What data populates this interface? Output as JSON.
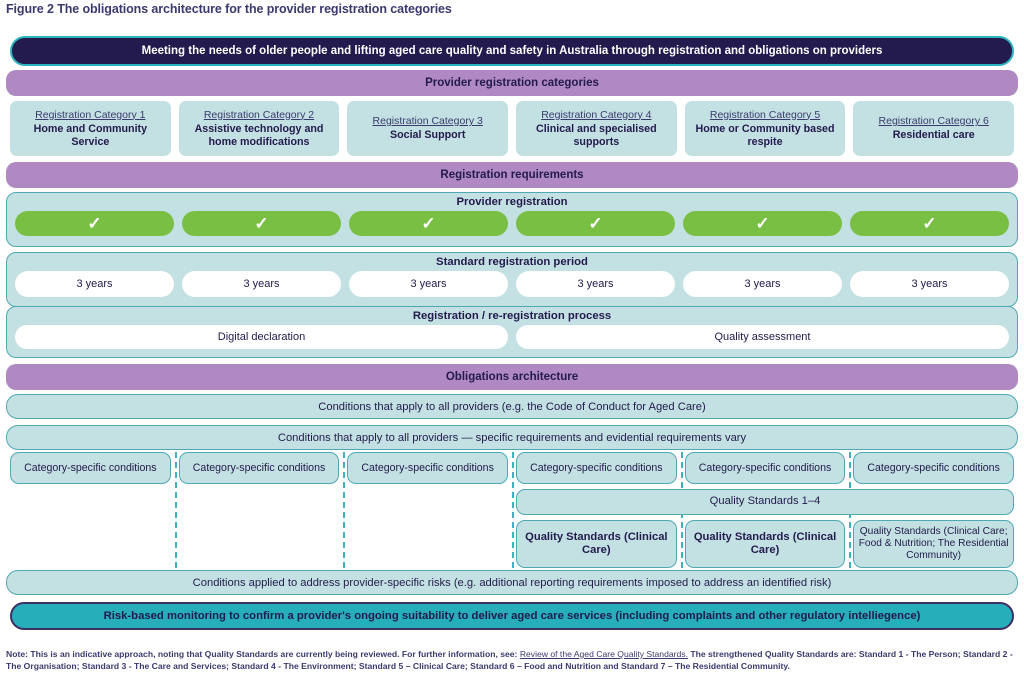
{
  "figure": {
    "title": "Figure 2 The obligations architecture for the provider registration categories"
  },
  "header": {
    "banner": "Meeting the needs of older people and lifting aged care quality and safety in Australia through registration and obligations on providers"
  },
  "bands": {
    "provider_registration_categories": "Provider registration categories",
    "registration_requirements": "Registration requirements",
    "obligations_architecture": "Obligations architecture"
  },
  "categories": [
    {
      "link": "Registration Category 1",
      "name": "Home and Community Service"
    },
    {
      "link": "Registration Category 2",
      "name": "Assistive technology and home modifications"
    },
    {
      "link": "Registration Category 3",
      "name": "Social Support"
    },
    {
      "link": "Registration Category 4",
      "name": "Clinical and specialised supports"
    },
    {
      "link": "Registration Category 5",
      "name": "Home or Community based respite"
    },
    {
      "link": "Registration Category 6",
      "name": "Residential care"
    }
  ],
  "provider_registration": {
    "title": "Provider registration",
    "check": "✓",
    "cells": [
      "✓",
      "✓",
      "✓",
      "✓",
      "✓",
      "✓"
    ]
  },
  "standard_period": {
    "title": "Standard registration period",
    "cells": [
      "3 years",
      "3 years",
      "3 years",
      "3 years",
      "3 years",
      "3 years"
    ]
  },
  "registration_process": {
    "title": "Registration / re-registration process",
    "cells": [
      "Digital declaration",
      "Quality assessment"
    ]
  },
  "obligations": {
    "all_providers_code": "Conditions that apply to all providers (e.g. the Code of Conduct for Aged Care)",
    "all_providers_vary": "Conditions that apply to all providers — specific requirements and evidential requirements vary",
    "provider_specific_risks": "Conditions applied to address provider-specific risks (e.g. additional reporting requirements imposed to address an identified risk)"
  },
  "matrix": {
    "category_conditions": [
      "Category-specific conditions",
      "Category-specific conditions",
      "Category-specific conditions",
      "Category-specific conditions",
      "Category-specific conditions",
      "Category-specific conditions"
    ],
    "quality_standards_1_4": "Quality Standards 1–4",
    "quality_standards_clinical_4": "Quality Standards (Clinical Care)",
    "quality_standards_clinical_5": "Quality Standards (Clinical Care)",
    "quality_standards_residential_6": "Quality Standards (Clinical Care; Food & Nutrition; The Residential Community)"
  },
  "risk_bar": {
    "text": "Risk-based monitoring to confirm a provider's ongoing suitability to deliver aged care services (including complaints and other regulatory intelliegence)"
  },
  "note": {
    "lead": "Note: This is an indicative approach, noting that Quality Standards are currently being reviewed. For further information, see:",
    "link": "Review of the Aged Care Quality Standards.",
    "tail": "The strengthened Quality Standards are: Standard 1 - The Person; Standard 2 - The Organisation; Standard 3 - The Care and Services; Standard 4 - The Environment; Standard 5 – Clinical Care; Standard 6 – Food and Nutrition and Standard 7 – The Residential Community."
  },
  "colors": {
    "navy": "#231a4d",
    "teal_accent": "#2bb4bd",
    "teal_fill": "#c3e1e2",
    "teal_border": "#4fa9b3",
    "teal_bar": "#27aebb",
    "purple": "#b089c2",
    "green": "#79bf43",
    "white": "#ffffff"
  }
}
